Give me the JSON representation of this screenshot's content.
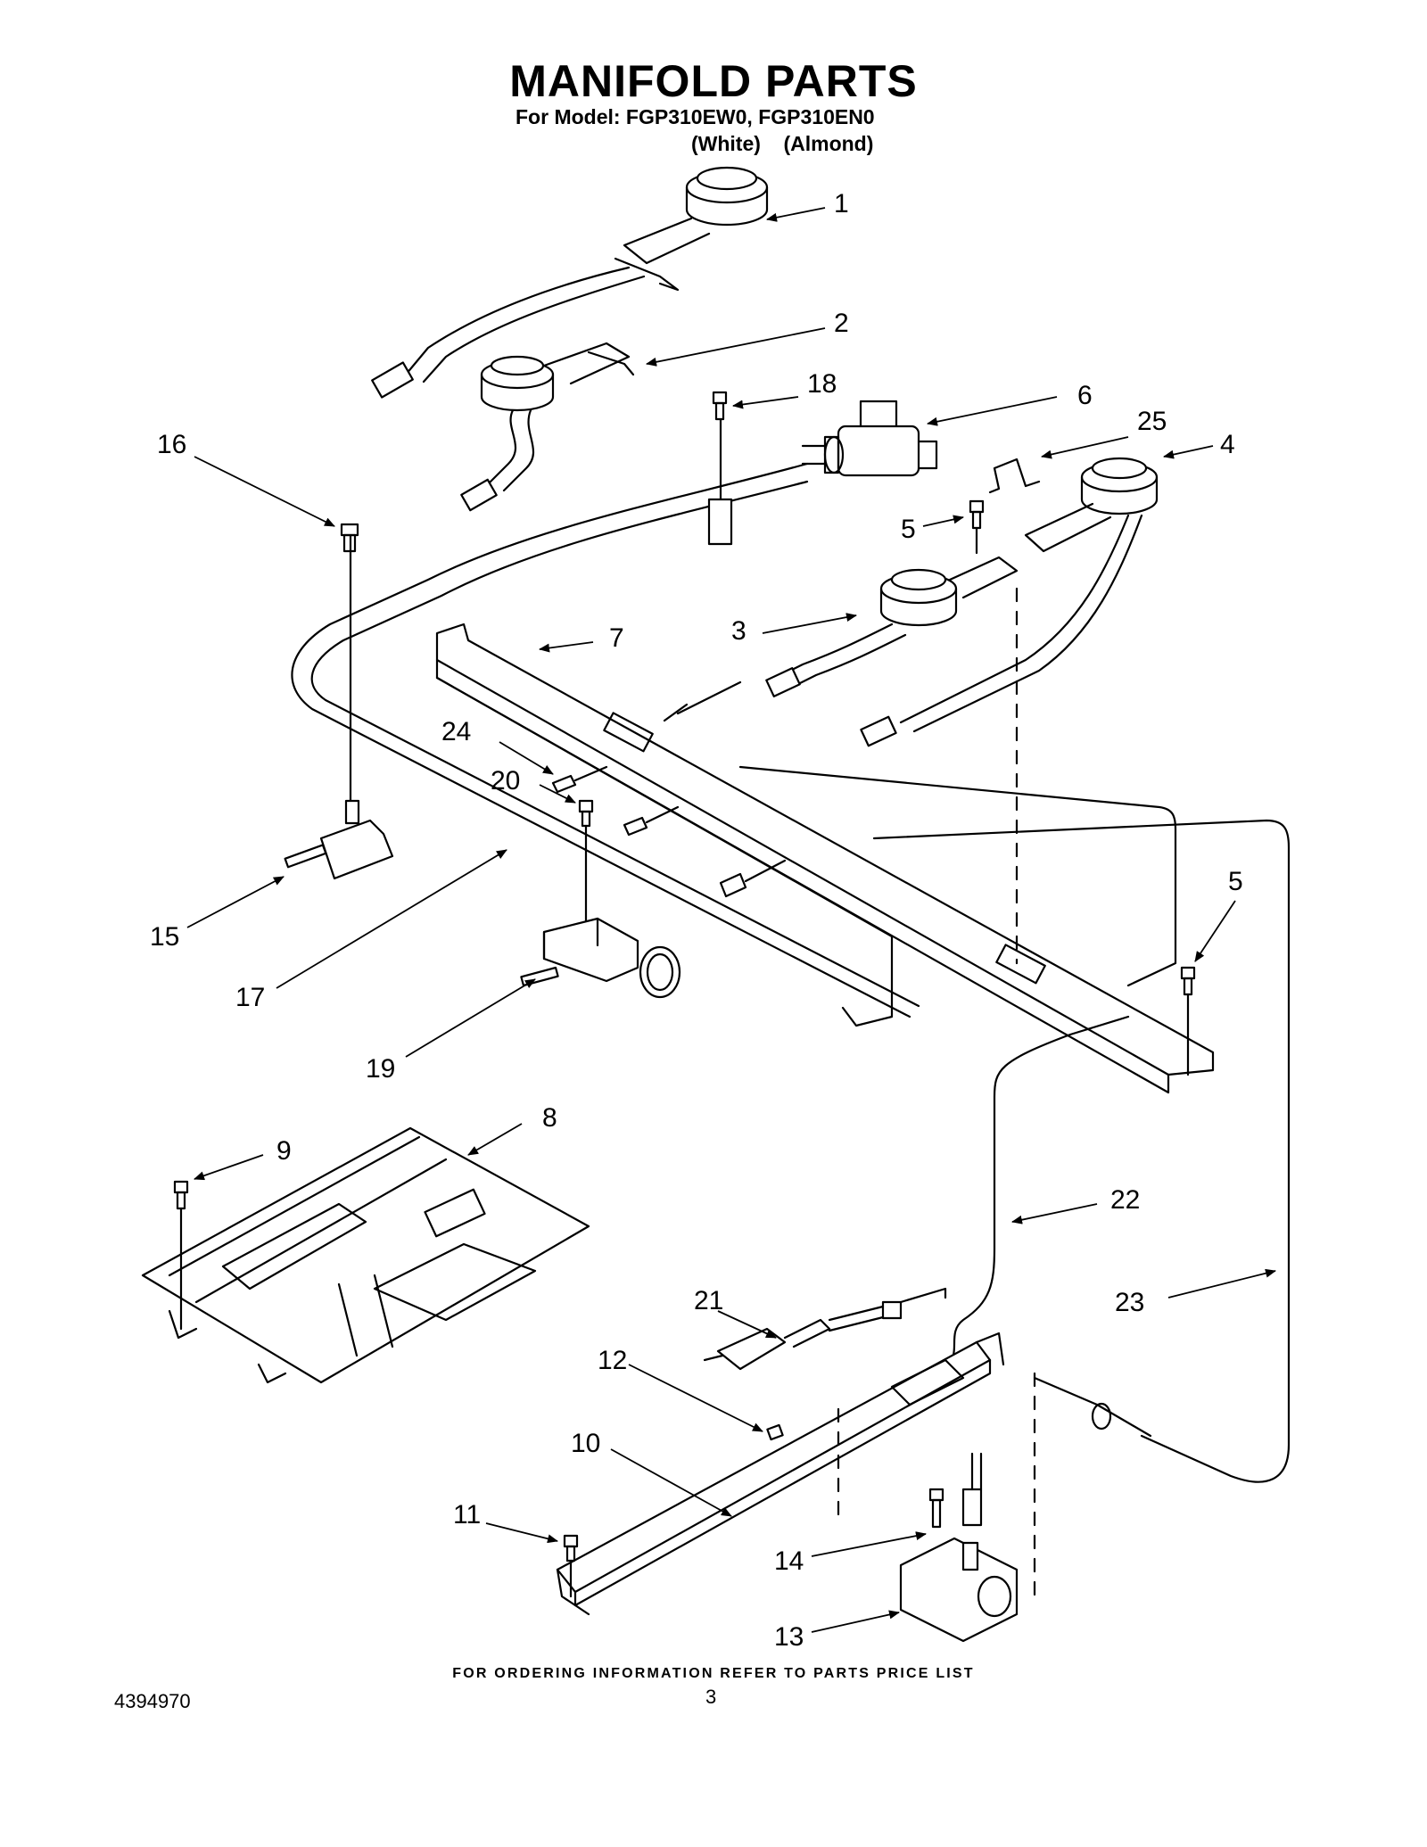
{
  "header": {
    "title": "MANIFOLD PARTS",
    "model_line": "For Model: FGP310EW0, FGP310EN0",
    "color_line": "(White)    (Almond)"
  },
  "callouts": [
    "1",
    "2",
    "3",
    "4",
    "5",
    "5",
    "6",
    "7",
    "8",
    "9",
    "10",
    "11",
    "12",
    "13",
    "14",
    "15",
    "16",
    "17",
    "18",
    "19",
    "20",
    "21",
    "22",
    "23",
    "24",
    "25"
  ],
  "footer": {
    "ordering_note": "FOR ORDERING INFORMATION REFER TO PARTS PRICE LIST",
    "doc_number": "4394970",
    "page_number": "3"
  }
}
